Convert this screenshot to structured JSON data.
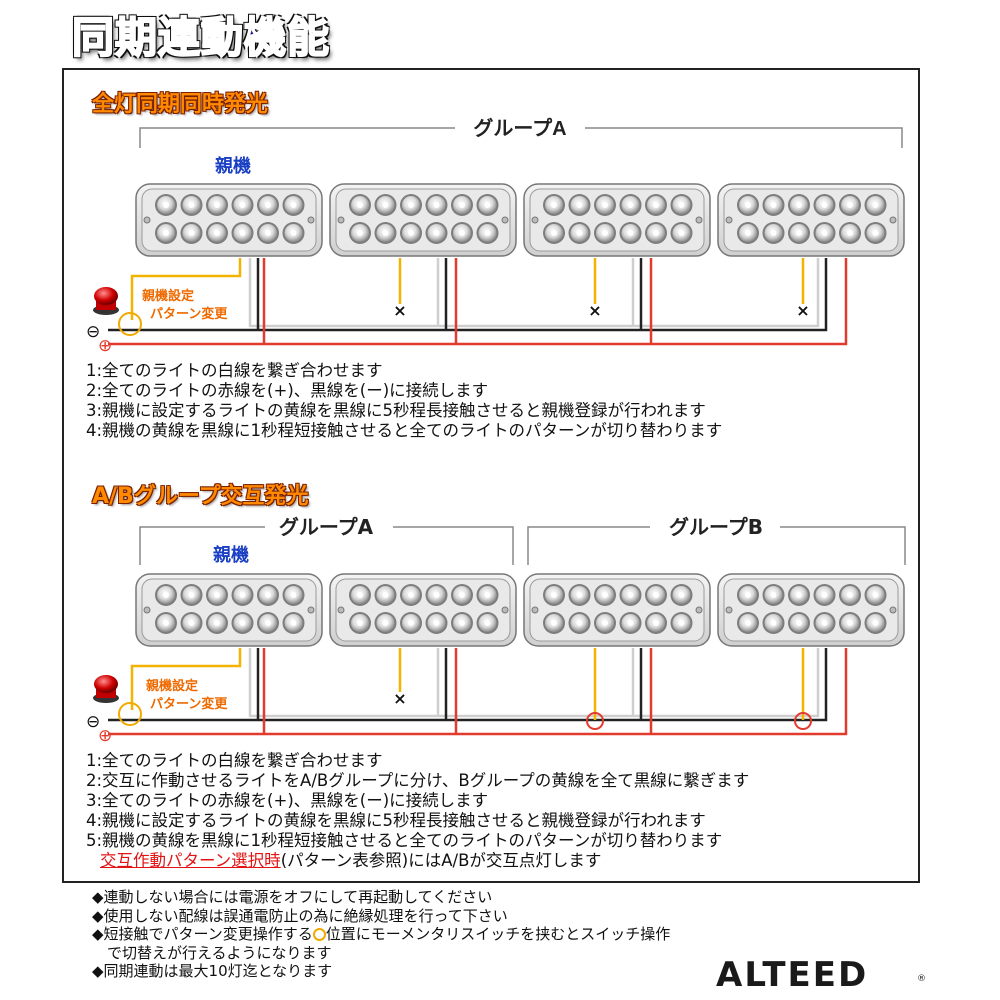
{
  "title": "同期連動機能",
  "colors": {
    "title": "#1d1d8a",
    "section": "#ff8a00",
    "wire_white": "#cfcfcf",
    "wire_red": "#e23b2e",
    "wire_black": "#222222",
    "wire_yellow": "#f2b400",
    "highlight": "#f2a900"
  },
  "section1": {
    "title": "全灯同期同時発光",
    "group_label": "グループA",
    "master_label": "親機",
    "switch_label": [
      "親機設定",
      "パターン変更"
    ],
    "minus": "⊖",
    "plus": "⊕",
    "x_mark": "×",
    "notes": [
      "1:全てのライトの白線を繋ぎ合わせます",
      "2:全てのライトの赤線を(+)、黒線を(ー)に接続します",
      "3:親機に設定するライトの黄線を黒線に5秒程長接触させると親機登録が行われます",
      "4:親機の黄線を黒線に1秒程短接触させると全てのライトのパターンが切り替わります"
    ]
  },
  "section2": {
    "title": "A/Bグループ交互発光",
    "group_a_label": "グループA",
    "group_b_label": "グループB",
    "master_label": "親機",
    "switch_label": [
      "親機設定",
      "パターン変更"
    ],
    "minus": "⊖",
    "plus": "⊕",
    "x_mark": "×",
    "notes": [
      "1:全てのライトの白線を繋ぎ合わせます",
      "2:交互に作動させるライトをA/Bグループに分け、Bグループの黄線を全て黒線に繋ぎます",
      "3:全てのライトの赤線を(+)、黒線を(ー)に接続します",
      "4:親機に設定するライトの黄線を黒線に5秒程長接触させると親機登録が行われます",
      "5:親機の黄線を黒線に1秒程短接触させると全てのライトのパターンが切り替わります"
    ],
    "note6_red": "交互作動パターン選択時",
    "note6_rest": "(パターン表参照)にはA/Bが交互点灯します"
  },
  "footer": {
    "lines": [
      "◆連動しない場合には電源をオフにして再起動してください",
      "◆使用しない配線は誤通電防止の為に絶縁処理を行って下さい"
    ],
    "line3_a": "◆短接触でパターン変更操作する",
    "line3_b": "位置にモーメンタリスイッチを挟むとスイッチ操作",
    "line4": "　で切替えが行えるようになります",
    "line5": "◆同期連動は最大10灯迄となります"
  },
  "logo": {
    "text": "ALTEED",
    "reg": "®"
  }
}
